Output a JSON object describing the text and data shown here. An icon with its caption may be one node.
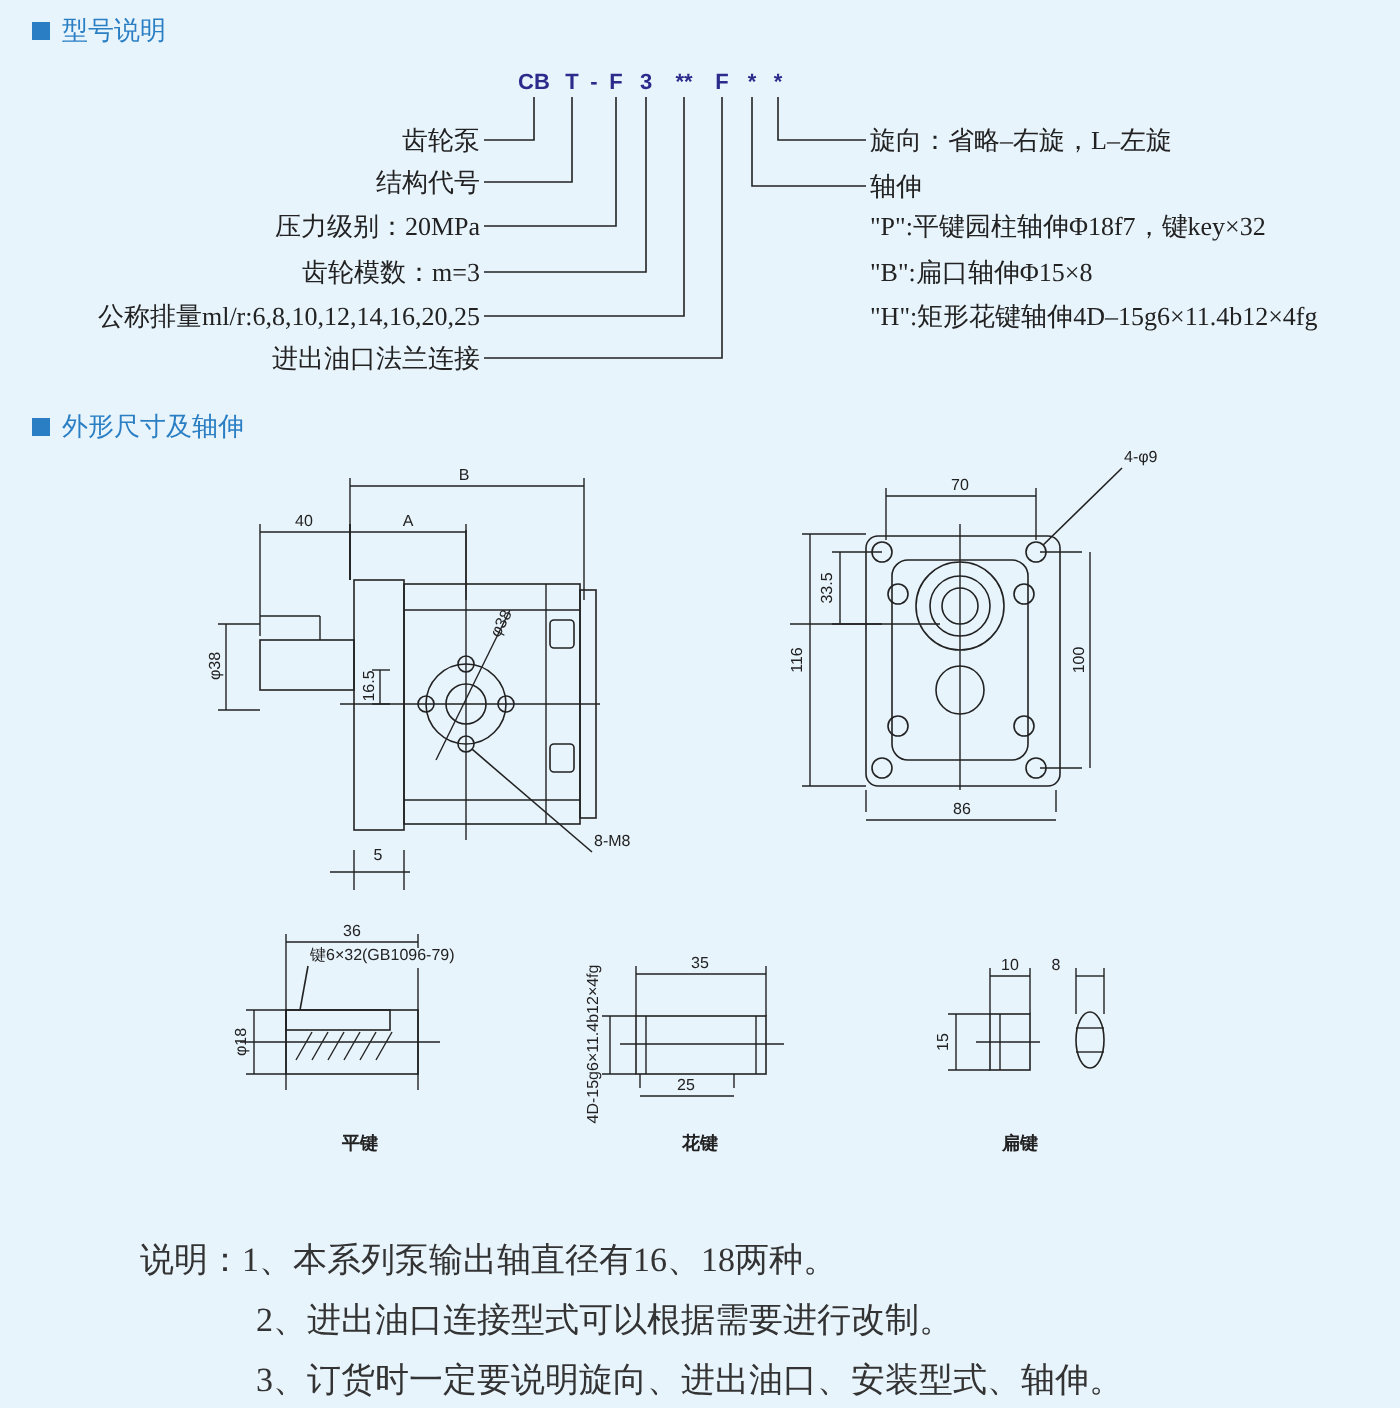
{
  "diagram": {
    "nodes": [
      {
        "text": [
          "CB"
        ]
      },
      {
        "text": [
          "T"
        ]
      },
      {
        "text": [
          "F"
        ]
      },
      {
        "text": [
          "3"
        ]
      },
      {
        "text": [
          "**"
        ]
      },
      {
        "text": [
          "F"
        ]
      },
      {
        "text": [
          "*"
        ]
      },
      {
        "text": [
          "*"
        ]
      },
      {
        "text": [
          "齿轮泵"
        ]
      },
      {
        "text": [
          "结构代号"
        ]
      },
      {
        "text": [
          "压力级别：20MPa"
        ]
      },
      {
        "text": [
          "齿轮模数：m=3"
        ]
      },
      {
        "text": [
          "公称排量ml/r:6,8,10,12,14,16,20,25"
        ]
      },
      {
        "text": [
          "进出油口法兰连接"
        ]
      },
      {
        "text": [
          "旋向：省略–右旋，L–左旋"
        ]
      },
      {
        "text": [
          "轴伸"
        ]
      },
      {
        "text": [
          "8-M8"
        ]
      },
      {
        "text": [
          "4-φ9"
        ]
      },
      {
        "text": [
          "键6×32(GB1096-79)"
        ]
      },
      {
        "text": [],
        "shape": "circle"
      },
      {
        "text": [],
        "shape": "circle"
      }
    ],
    "edges": [
      {
        "from": 0,
        "to": 8,
        "arrow": "none"
      },
      {
        "from": 1,
        "to": 9,
        "arrow": "none"
      },
      {
        "from": 2,
        "to": 10,
        "arrow": "none"
      },
      {
        "from": 3,
        "to": 11,
        "arrow": "none"
      },
      {
        "from": 4,
        "to": 12,
        "arrow": "none"
      },
      {
        "from": 5,
        "to": 13,
        "arrow": "none"
      },
      {
        "from": 6,
        "to": 15,
        "arrow": "none"
      },
      {
        "from": 7,
        "to": 14,
        "arrow": "none"
      },
      {
        "from": 16,
        "to": 19,
        "arrow": "none"
      },
      {
        "from": 17,
        "to": 20,
        "arrow": "none"
      },
      {
        "from": 18,
        "to": null,
        "arrow": "none"
      }
    ],
    "labels": [
      "型号说明",
      "-",
      "\"P\":平键园柱轴伸Φ18f7，键key×32",
      "\"B\":扁口轴伸Φ15×8",
      "\"H\":矩形花键轴伸4D–15g6×11.4b12×4fg",
      "外形尺寸及轴伸",
      "B",
      "40",
      "A",
      "φ38",
      "φ38",
      "16.5",
      "5",
      "70",
      "33.5",
      "116",
      "100",
      "86",
      "36",
      "φ18",
      "平键",
      "35",
      "4D-15g6×11.4b12×4fg",
      "25",
      "花键",
      "10",
      "8",
      "15",
      "扁键",
      "说明：1、本系列泵输出轴直径有16、18两种。",
      "2、进出油口连接型式可以根据需要进行改制。",
      "3、订货时一定要说明旋向、进出油口、安装型式、轴伸。"
    ]
  }
}
